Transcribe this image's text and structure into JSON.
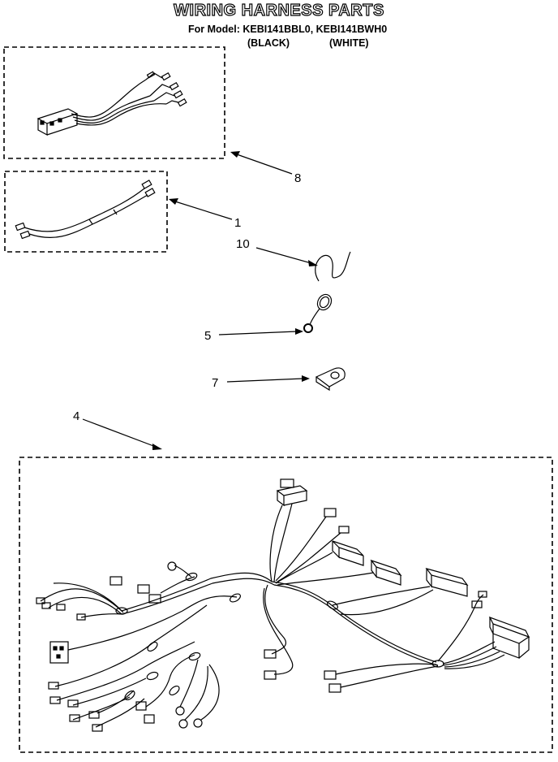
{
  "header": {
    "title": "WIRING HARNESS PARTS",
    "model_line": "For Model: KEBI141BBL0, KEBI141BWH0",
    "color_black": "(BLACK)",
    "color_white": "(WHITE)"
  },
  "callouts": {
    "c8": "8",
    "c1": "1",
    "c10": "10",
    "c5": "5",
    "c7": "7",
    "c4": "4"
  }
}
